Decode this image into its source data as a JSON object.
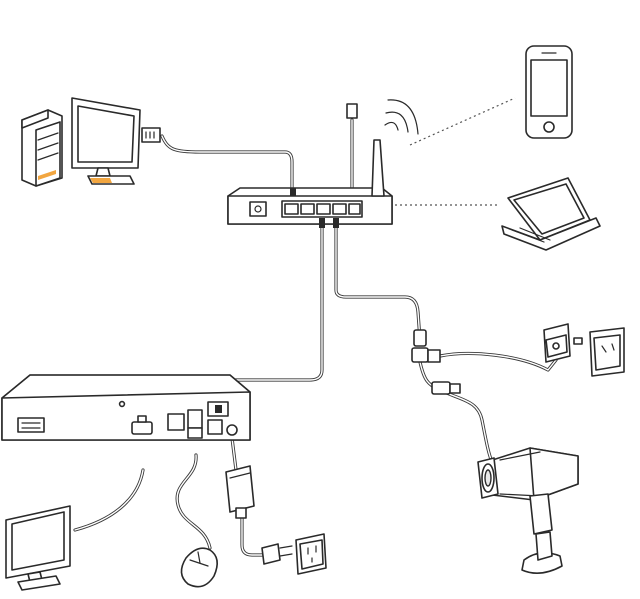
{
  "colors": {
    "line": "#2a2a2a",
    "accent": "#f2a640",
    "background": "#ffffff"
  },
  "devices": [
    {
      "name": "desktop-pc",
      "icon": "desktop-tower-icon"
    },
    {
      "name": "monitor-top",
      "icon": "monitor-icon"
    },
    {
      "name": "router",
      "icon": "router-icon"
    },
    {
      "name": "smartphone",
      "icon": "smartphone-icon"
    },
    {
      "name": "laptop",
      "icon": "laptop-icon"
    },
    {
      "name": "nvr-recorder",
      "icon": "nvr-icon"
    },
    {
      "name": "monitor-bottom",
      "icon": "monitor-icon"
    },
    {
      "name": "mouse",
      "icon": "mouse-icon"
    },
    {
      "name": "power-adapter",
      "icon": "power-adapter-icon"
    },
    {
      "name": "wall-outlet",
      "icon": "wall-outlet-icon"
    },
    {
      "name": "ip-camera",
      "icon": "bullet-camera-icon"
    },
    {
      "name": "camera-power-plug",
      "icon": "power-plug-icon"
    }
  ]
}
